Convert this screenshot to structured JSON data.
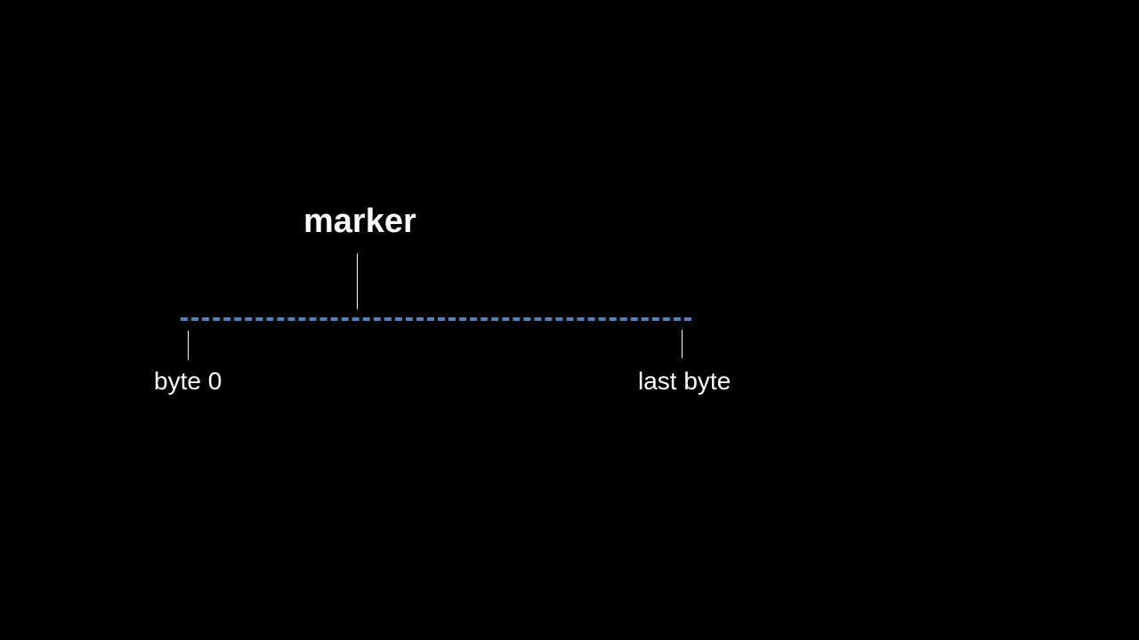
{
  "diagram": {
    "marker_label": "marker",
    "start_label": "byte 0",
    "end_label": "last byte"
  },
  "colors": {
    "background": "#000000",
    "text": "#ffffff",
    "line": "#4f81bd"
  }
}
